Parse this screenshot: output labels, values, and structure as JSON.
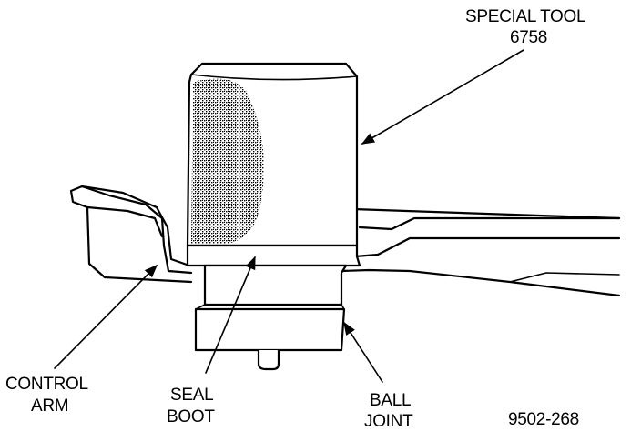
{
  "labels": {
    "special_tool_line1": "SPECIAL TOOL",
    "special_tool_line2": "6758",
    "control_arm_line1": "CONTROL",
    "control_arm_line2": "ARM",
    "seal_boot_line1": "SEAL",
    "seal_boot_line2": "BOOT",
    "ball_joint_line1": "BALL",
    "ball_joint_line2": "JOINT",
    "figure_number": "9502-268"
  }
}
